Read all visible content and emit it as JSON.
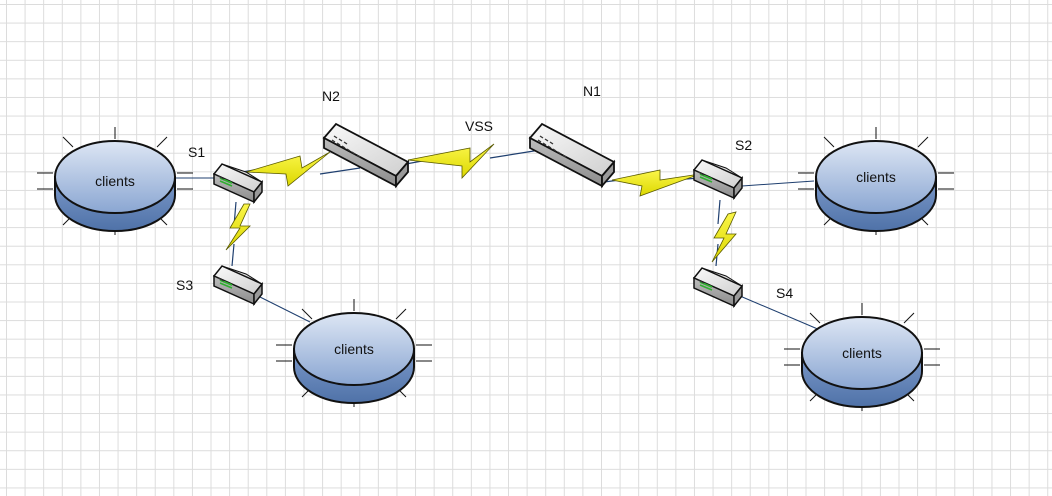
{
  "diagram": {
    "nodes": {
      "n2": {
        "label": "N2"
      },
      "n1": {
        "label": "N1"
      },
      "vss": {
        "label": "VSS"
      },
      "s1": {
        "label": "S1"
      },
      "s2": {
        "label": "S2"
      },
      "s3": {
        "label": "S3"
      },
      "s4": {
        "label": "S4"
      }
    },
    "clients": [
      {
        "label": "clients"
      },
      {
        "label": "clients"
      },
      {
        "label": "clients"
      },
      {
        "label": "clients"
      }
    ],
    "colors": {
      "client_fill_top": "#d4deef",
      "client_fill_bottom": "#6f8fc1",
      "lightning": "#f4ee12",
      "link": "#1f3f6f",
      "grid": "#dcdcdc"
    }
  }
}
